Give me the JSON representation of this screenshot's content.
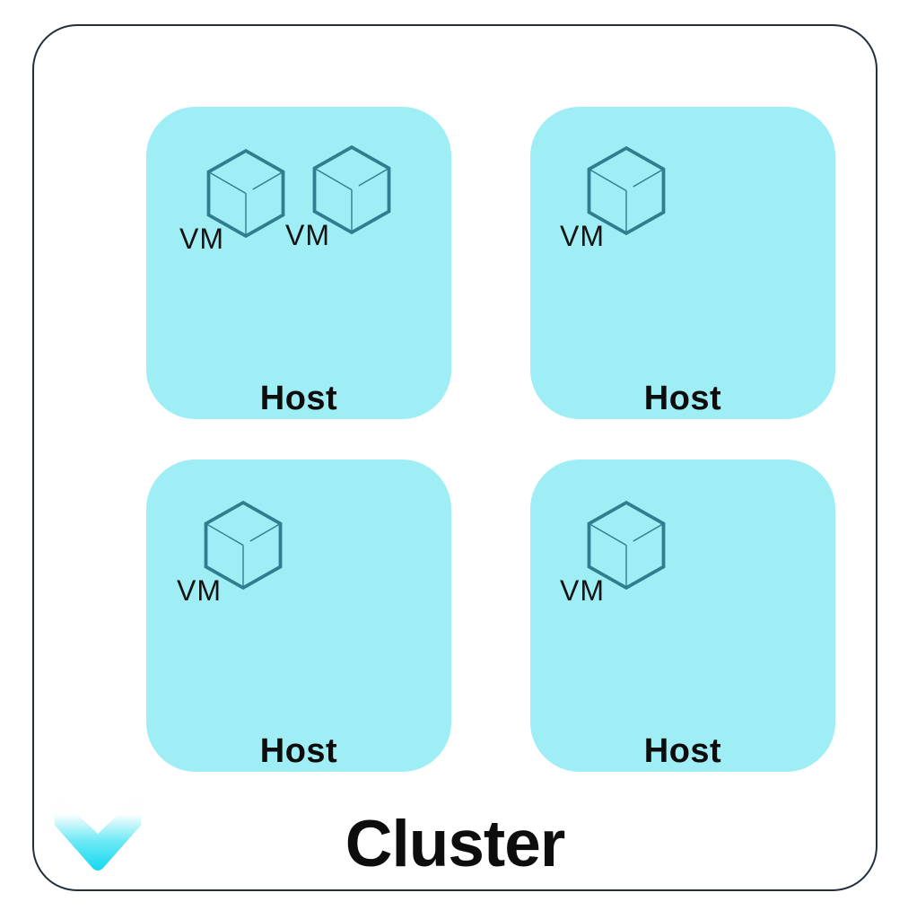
{
  "diagram": {
    "kind": "cluster-virtualization-diagram",
    "title": "Cluster",
    "hosts": [
      {
        "label": "Host",
        "vms": [
          {
            "label": "VM"
          },
          {
            "label": "VM"
          }
        ]
      },
      {
        "label": "Host",
        "vms": [
          {
            "label": "VM"
          }
        ]
      },
      {
        "label": "Host",
        "vms": [
          {
            "label": "VM"
          }
        ]
      },
      {
        "label": "Host",
        "vms": [
          {
            "label": "VM"
          }
        ]
      }
    ],
    "icons": {
      "vm": "cube-outline-icon",
      "footer": "chevron-down-icon"
    },
    "colors": {
      "host_fill": "#9feef5",
      "cube_stroke": "#2e7e8f",
      "outer_border": "#232f3d",
      "text": "#0d0d0d",
      "chevron_top": "#ffffff",
      "chevron_upper_mid": "#fefeff",
      "chevron_mid": "#6fe9f5",
      "chevron_bottom": "#14d8f0"
    }
  }
}
